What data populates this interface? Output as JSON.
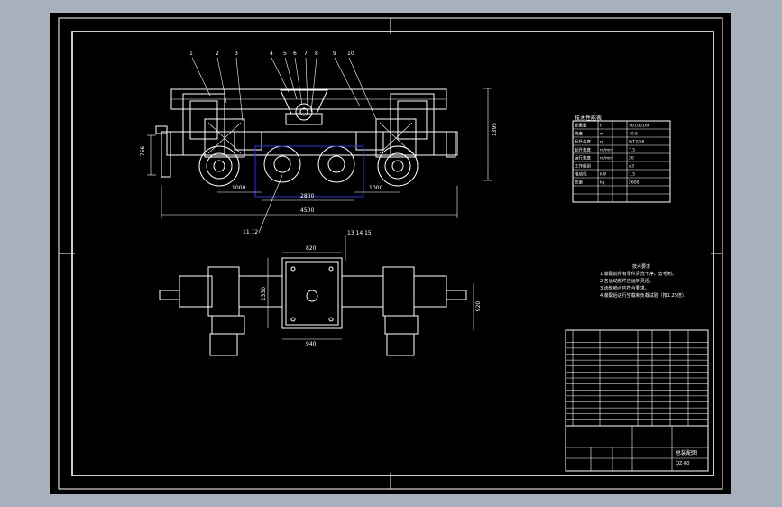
{
  "colors": {
    "background": "#a7b1bb",
    "sheet": "#000000",
    "lines": "#ffffff",
    "highlight": "#2b2bff"
  },
  "drawing": {
    "front_view": {
      "part_labels": [
        "1",
        "2",
        "3",
        "4",
        "5",
        "6",
        "7",
        "8",
        "9",
        "10"
      ],
      "bottom_labels": "11 12",
      "dims": {
        "height_left": "756",
        "height_right": "1395",
        "inner_left": "1000",
        "inner_mid": "2800",
        "inner_right": "1000",
        "overall": "4500"
      }
    },
    "plan_view": {
      "labels_top": "13 14 15",
      "dims": {
        "top": "820",
        "bottom": "940",
        "left": "1330",
        "right": "920"
      }
    },
    "spec_table": {
      "title": "技术性能表",
      "rows": [
        [
          "起重量",
          "t",
          "",
          "5t/10t/16t"
        ],
        [
          "跨度",
          "m",
          "",
          "10.5"
        ],
        [
          "起升高度",
          "m",
          "",
          "9/12/16"
        ],
        [
          "起升速度",
          "m/min",
          "",
          "7.5"
        ],
        [
          "运行速度",
          "m/min",
          "",
          "20"
        ],
        [
          "工作级别",
          "",
          "",
          "A3"
        ],
        [
          "电动机",
          "kW",
          "",
          "1.5"
        ],
        [
          "总重",
          "kg",
          "",
          "2600"
        ],
        [
          "",
          "",
          "",
          ""
        ],
        [
          "",
          "",
          "",
          ""
        ]
      ]
    },
    "notes": {
      "title": "技术要求",
      "lines": [
        "1.装配前所有零件清洗干净，去毛刺。",
        "2.各运动部件应运转灵活。",
        "3.齿轮啮合应符合要求。",
        "4.装配后进行空载和负载试验（按1.25倍）。"
      ]
    },
    "title_block": {
      "drawing_title": "总装配图",
      "drawing_number": "QZ-00"
    }
  }
}
